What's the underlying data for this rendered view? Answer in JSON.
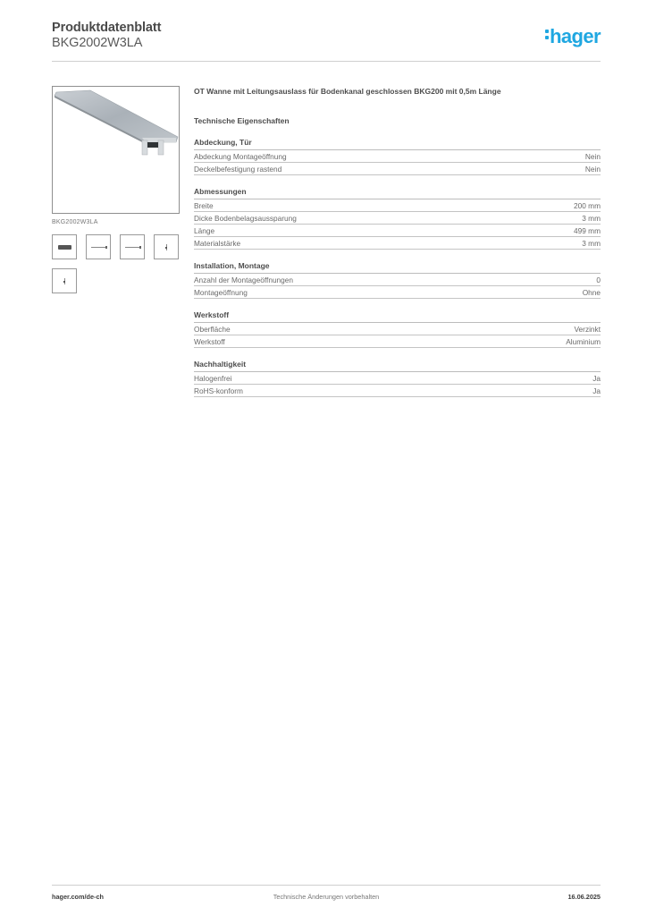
{
  "header": {
    "title": "Produktdatenblatt",
    "article_number": "BKG2002W3LA",
    "logo_text": "hager",
    "brand_color": "#1fa7e1"
  },
  "product": {
    "image_caption": "BKG2002W3LA",
    "description": "OT Wanne mit Leitungsauslass für Bodenkanal geschlossen BKG200 mit 0,5m Länge",
    "thumbnails": [
      {
        "icon": "product-front-view"
      },
      {
        "icon": "dimension-arrow-horizontal"
      },
      {
        "icon": "dimension-arrow-horizontal"
      },
      {
        "icon": "dimension-arrow-vertical"
      },
      {
        "icon": "dimension-arrow-vertical"
      }
    ]
  },
  "specs": {
    "heading": "Technische Eigenschaften",
    "sections": [
      {
        "title": "Abdeckung, Tür",
        "rows": [
          {
            "label": "Abdeckung Montageöffnung",
            "value": "Nein"
          },
          {
            "label": "Deckelbefestigung rastend",
            "value": "Nein"
          }
        ]
      },
      {
        "title": "Abmessungen",
        "rows": [
          {
            "label": "Breite",
            "value": "200 mm"
          },
          {
            "label": "Dicke Bodenbelagsaussparung",
            "value": "3 mm"
          },
          {
            "label": "Länge",
            "value": "499 mm"
          },
          {
            "label": "Materialstärke",
            "value": "3 mm"
          }
        ]
      },
      {
        "title": "Installation, Montage",
        "rows": [
          {
            "label": "Anzahl der Montageöffnungen",
            "value": "0"
          },
          {
            "label": "Montageöffnung",
            "value": "Ohne"
          }
        ]
      },
      {
        "title": "Werkstoff",
        "rows": [
          {
            "label": "Oberfläche",
            "value": "Verzinkt"
          },
          {
            "label": "Werkstoff",
            "value": "Aluminium"
          }
        ]
      },
      {
        "title": "Nachhaltigkeit",
        "rows": [
          {
            "label": "Halogenfrei",
            "value": "Ja"
          },
          {
            "label": "RoHS-konform",
            "value": "Ja"
          }
        ]
      }
    ]
  },
  "footer": {
    "website": "hager.com/de-ch",
    "disclaimer": "Technische Änderungen vorbehalten",
    "date": "16.06.2025"
  }
}
